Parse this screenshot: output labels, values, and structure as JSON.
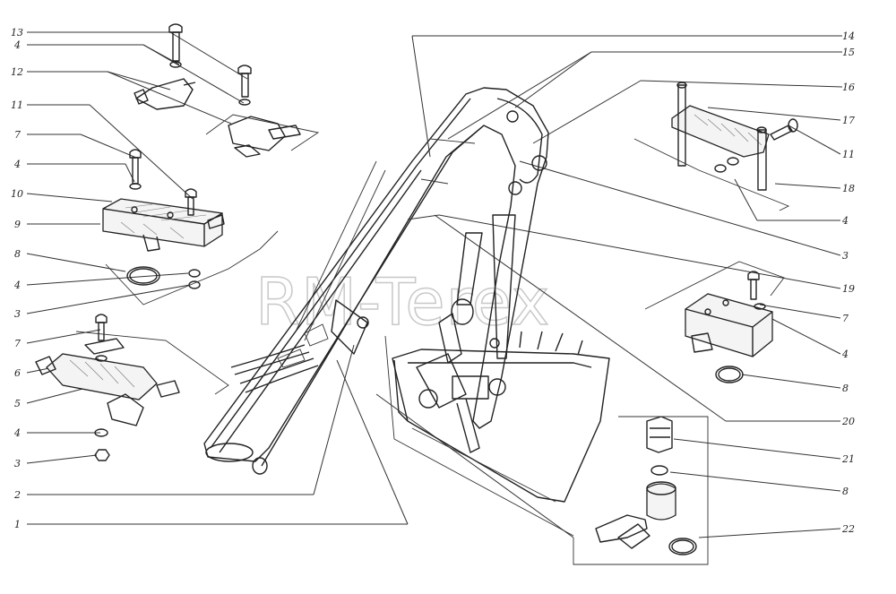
{
  "watermark": "RM-Terex",
  "callouts": [
    {
      "id": "L13",
      "text": "13"
    },
    {
      "id": "L4a",
      "text": "4"
    },
    {
      "id": "L12",
      "text": "12"
    },
    {
      "id": "L11a",
      "text": "11"
    },
    {
      "id": "L7a",
      "text": "7"
    },
    {
      "id": "L4b",
      "text": "4"
    },
    {
      "id": "L10",
      "text": "10"
    },
    {
      "id": "L9",
      "text": "9"
    },
    {
      "id": "L8a",
      "text": "8"
    },
    {
      "id": "L4c",
      "text": "4"
    },
    {
      "id": "L3a",
      "text": "3"
    },
    {
      "id": "L7b",
      "text": "7"
    },
    {
      "id": "L6",
      "text": "6"
    },
    {
      "id": "L5",
      "text": "5"
    },
    {
      "id": "L4d",
      "text": "4"
    },
    {
      "id": "L3b",
      "text": "3"
    },
    {
      "id": "L2",
      "text": "2"
    },
    {
      "id": "L1",
      "text": "1"
    },
    {
      "id": "L14",
      "text": "14"
    },
    {
      "id": "L15",
      "text": "15"
    },
    {
      "id": "L16",
      "text": "16"
    },
    {
      "id": "L17",
      "text": "17"
    },
    {
      "id": "L11b",
      "text": "11"
    },
    {
      "id": "L18",
      "text": "18"
    },
    {
      "id": "L4e",
      "text": "4"
    },
    {
      "id": "L3c",
      "text": "3"
    },
    {
      "id": "L19",
      "text": "19"
    },
    {
      "id": "L7c",
      "text": "7"
    },
    {
      "id": "L4f",
      "text": "4"
    },
    {
      "id": "L8b",
      "text": "8"
    },
    {
      "id": "L20",
      "text": "20"
    },
    {
      "id": "L21",
      "text": "21"
    },
    {
      "id": "L8c",
      "text": "8"
    },
    {
      "id": "L22",
      "text": "22"
    }
  ]
}
